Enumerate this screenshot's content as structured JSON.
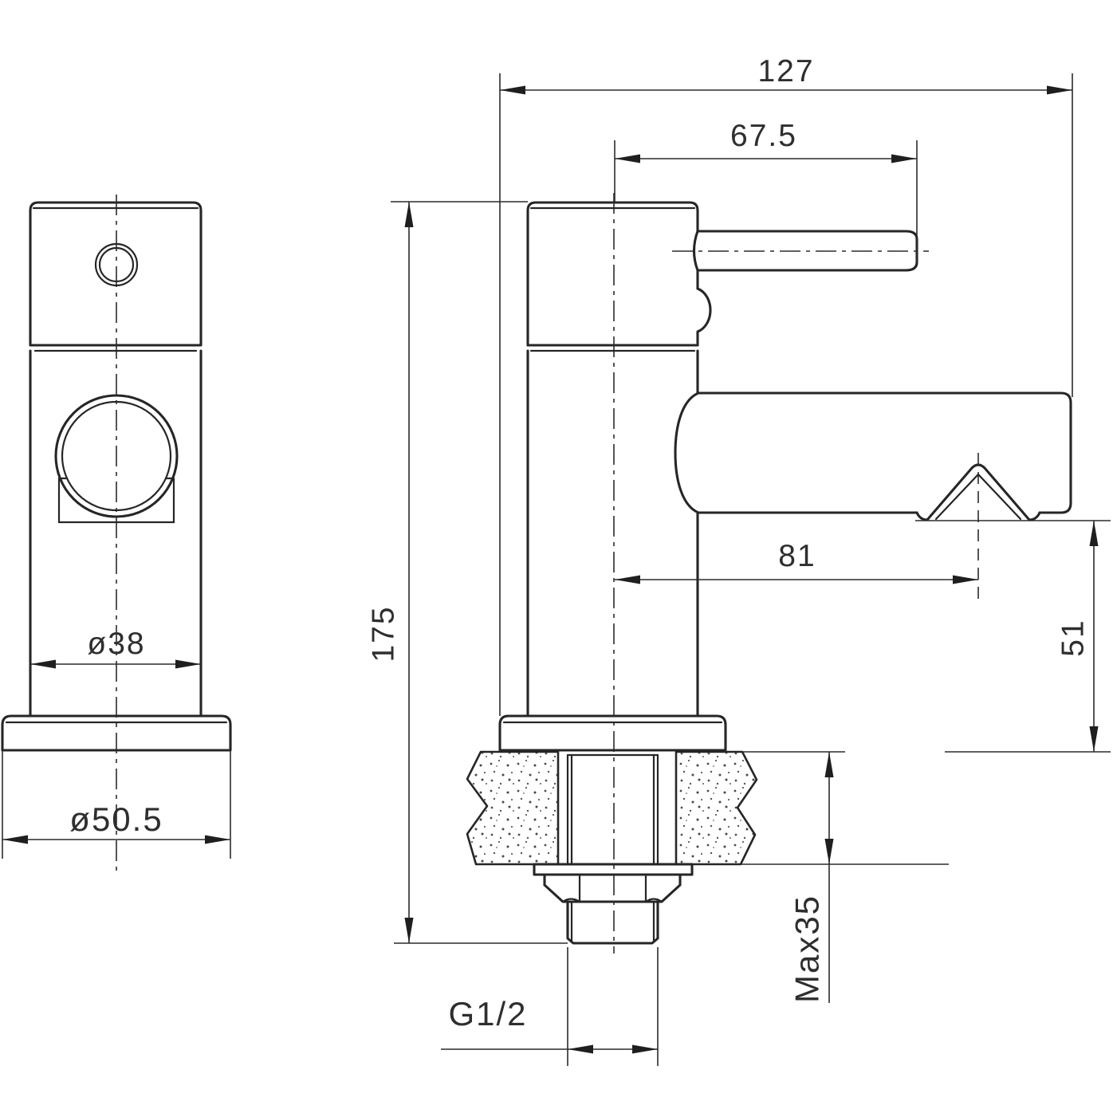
{
  "drawing": {
    "background": "#ffffff",
    "line_color": "#262626",
    "text_color": "#2e2e2e",
    "dims": {
      "total_width": "127",
      "handle_projection": "67.5",
      "total_height": "175",
      "spout_projection": "81",
      "outlet_height": "51",
      "body_diameter": "ø38",
      "base_diameter": "ø50.5",
      "max_deck_thickness": "Max35",
      "thread_size": "G1/2"
    }
  }
}
